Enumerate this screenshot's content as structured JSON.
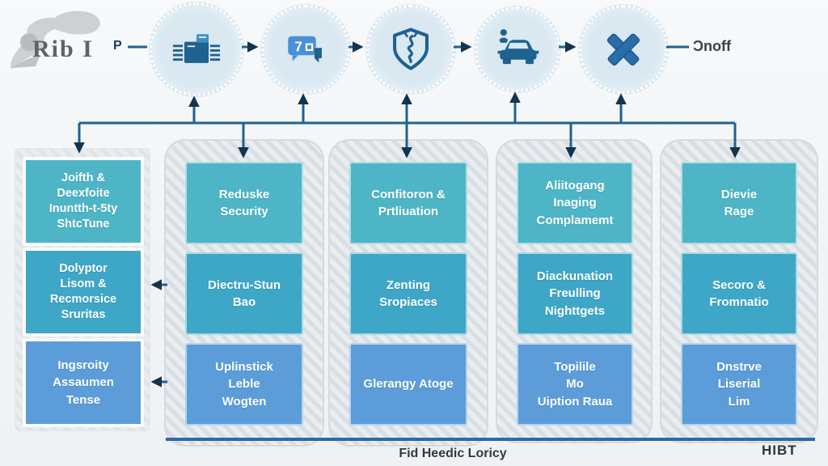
{
  "colors": {
    "accent_dark_blue": "#1f618f",
    "arrowhead": "#12344f",
    "teal_row1": "#4db5c5",
    "teal_row2": "#3ea6c7",
    "blue_row3": "#5c9dd9",
    "circle_fill": "#d9e8f1",
    "panel_gray": "#e9edf0",
    "bottom_line": "#2a6ba6"
  },
  "logo": {
    "text": "Rib I"
  },
  "flow": {
    "input_label": "P",
    "output_label": "Ɔnoff",
    "steps": [
      {
        "icon": "printer-icon"
      },
      {
        "icon": "chat-bubble-icon",
        "badge": "7"
      },
      {
        "icon": "shield-icon"
      },
      {
        "icon": "car-icon"
      },
      {
        "icon": "x-icon"
      }
    ]
  },
  "columns": [
    {
      "boxes": [
        {
          "text": "Joifth &\nDeexfoite\nInuntth-t-5ty\nShtcTune"
        },
        {
          "text": "Dolyptor\nLisom &\nRecmorsice\nSruritas"
        },
        {
          "text": "Ingsroity\nAssaumen\nTense"
        }
      ]
    },
    {
      "boxes": [
        {
          "text": "Reduske\nSecurity"
        },
        {
          "text": "Diectru-Stun\nBao"
        },
        {
          "text": "Uplinstick\nLeble\nWogten"
        }
      ]
    },
    {
      "boxes": [
        {
          "text": "Confitoron &\nPrtliuation"
        },
        {
          "text": "Zenting\nSropiaces"
        },
        {
          "text": "Glerangy Atoge"
        }
      ]
    },
    {
      "boxes": [
        {
          "text": "Aliitogang\nInaging\nComplamemt"
        },
        {
          "text": "Diackunation\nFreulling\nNighttgets"
        },
        {
          "text": "Topilile\nMo\nUiption Raua"
        }
      ]
    },
    {
      "boxes": [
        {
          "text": "Dievie\nRage"
        },
        {
          "text": "Secoro &\nFromnatio"
        },
        {
          "text": "Dnstrve\nLiserial\nLim"
        }
      ]
    }
  ],
  "footer": {
    "center_label": "Fid Heedic Loricy",
    "right_label": "HIBT"
  }
}
